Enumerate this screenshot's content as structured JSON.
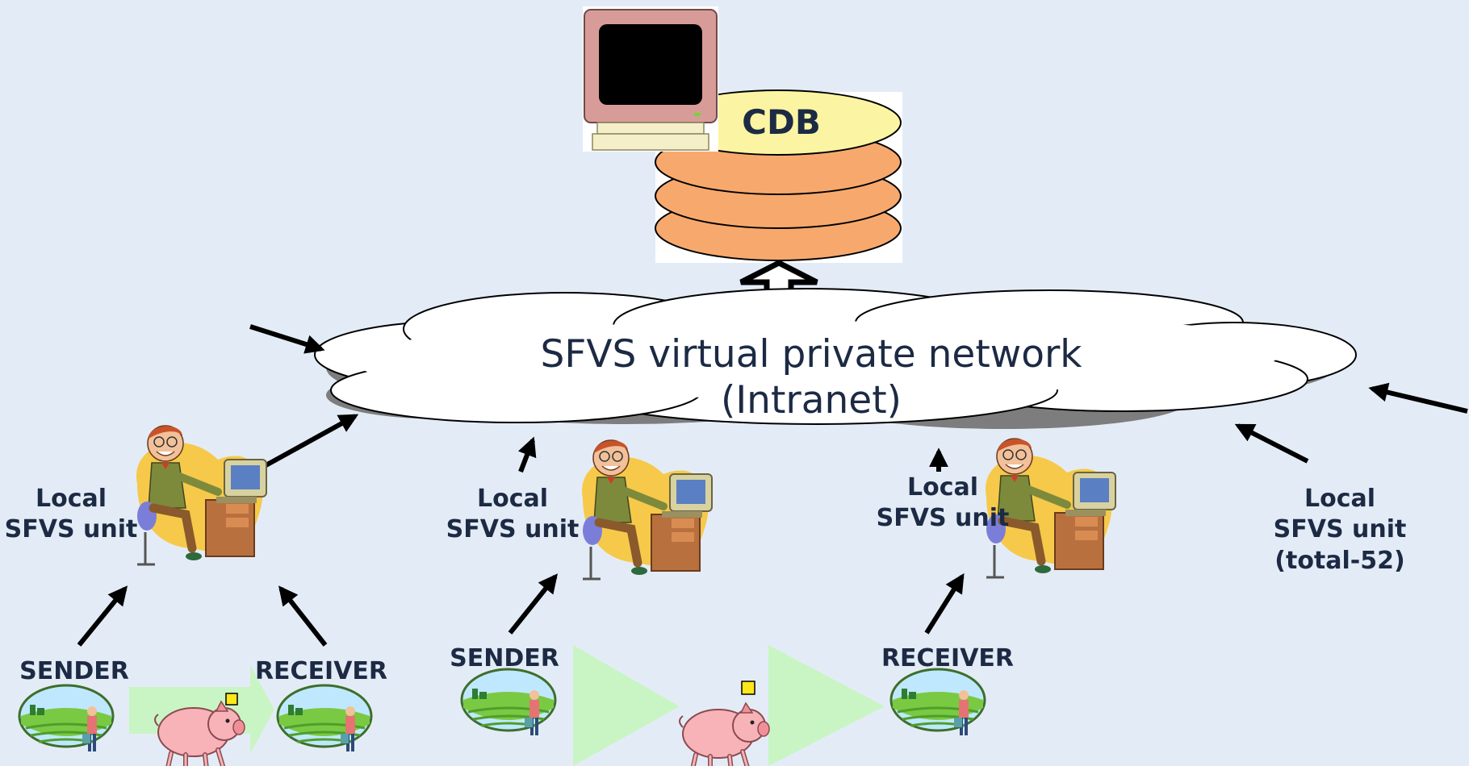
{
  "cdb": {
    "label": "CDB"
  },
  "network": {
    "line1": "SFVS virtual private network",
    "line2": "(Intranet)"
  },
  "units": [
    {
      "line1": "Local",
      "line2": "SFVS unit"
    },
    {
      "line1": "Local",
      "line2": "SFVS unit"
    },
    {
      "line1": "Local",
      "line2": "SFVS unit"
    },
    {
      "line1": "Local",
      "line2": "SFVS unit",
      "line3": "(total-52)"
    }
  ],
  "flows": [
    {
      "sender": "SENDER",
      "receiver": "RECEIVER"
    },
    {
      "sender": "SENDER",
      "receiver": "RECEIVER"
    }
  ],
  "colors": {
    "background": "#e3ecf6",
    "cdb_top": "#fbf5a3",
    "cdb_disk": "#f7a96d",
    "cloud": "#ffffff",
    "flow_arrow": "#c9f5c4",
    "text": "#1c2a44"
  },
  "icons": [
    "computer-monitor-icon",
    "database-icon",
    "cloud-icon",
    "operator-at-computer-icon",
    "farm-icon",
    "pig-icon",
    "arrow-icon"
  ]
}
